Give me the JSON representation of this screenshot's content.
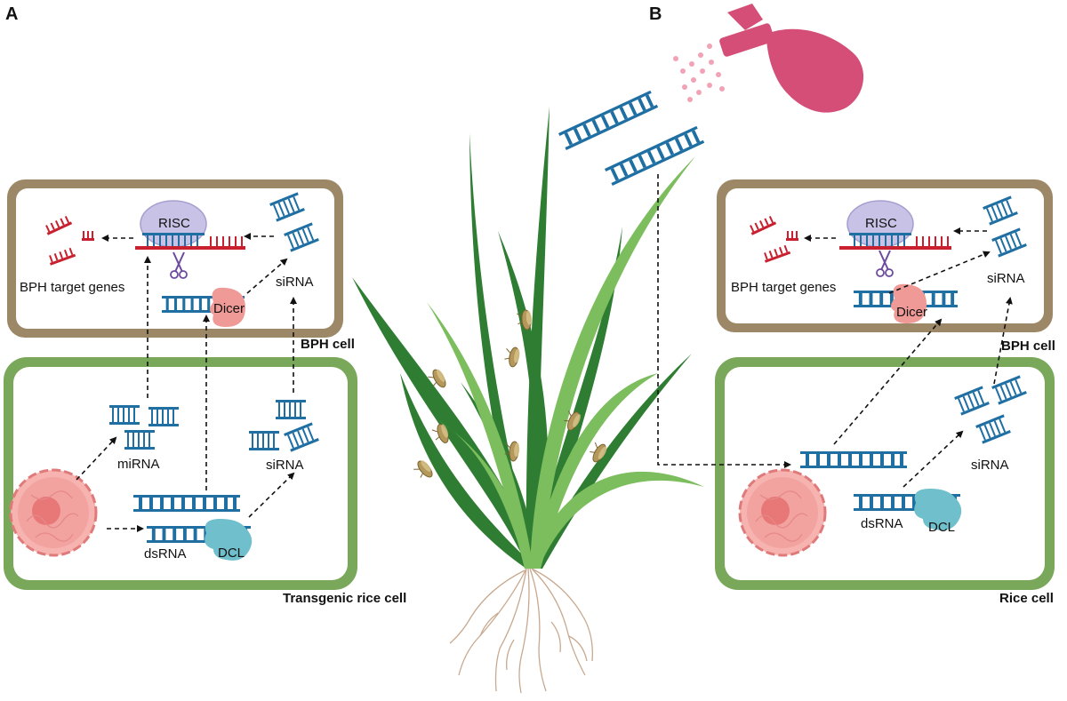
{
  "panels": {
    "a": {
      "letter": "A",
      "bph_cell_label": "BPH cell",
      "rice_cell_label": "Transgenic rice cell",
      "risc_label": "RISC",
      "target_label": "BPH target genes",
      "sirna_bph_label": "siRNA",
      "dicer_label": "Dicer",
      "mirna_label": "miRNA",
      "sirna_rice_label": "siRNA",
      "dsrna_label": "dsRNA",
      "dcl_label": "DCL"
    },
    "b": {
      "letter": "B",
      "bph_cell_label": "BPH cell",
      "rice_cell_label": "Rice cell",
      "risc_label": "RISC",
      "target_label": "BPH target genes",
      "sirna_bph_label": "siRNA",
      "dicer_label": "Dicer",
      "sirna_rice_label": "siRNA",
      "dsrna_label": "dsRNA",
      "dcl_label": "DCL"
    }
  },
  "colors": {
    "bph_cell_border": "#9c8766",
    "rice_cell_border": "#7aa85a",
    "rna_blue": "#1f6fa3",
    "target_red": "#c8202e",
    "risc_purple": "#c8c3e6",
    "dicer_pink": "#ef9a97",
    "dcl_teal": "#6fc0cc",
    "nucleus_pink": "#ef8c8c",
    "spray_pink": "#d44e77",
    "leaf_dark": "#2e7d32",
    "leaf_light": "#7cbd5d",
    "root_tan": "#c8a98f"
  },
  "icons": [
    "spray-bottle-icon",
    "scissors-icon",
    "insect-icon"
  ]
}
